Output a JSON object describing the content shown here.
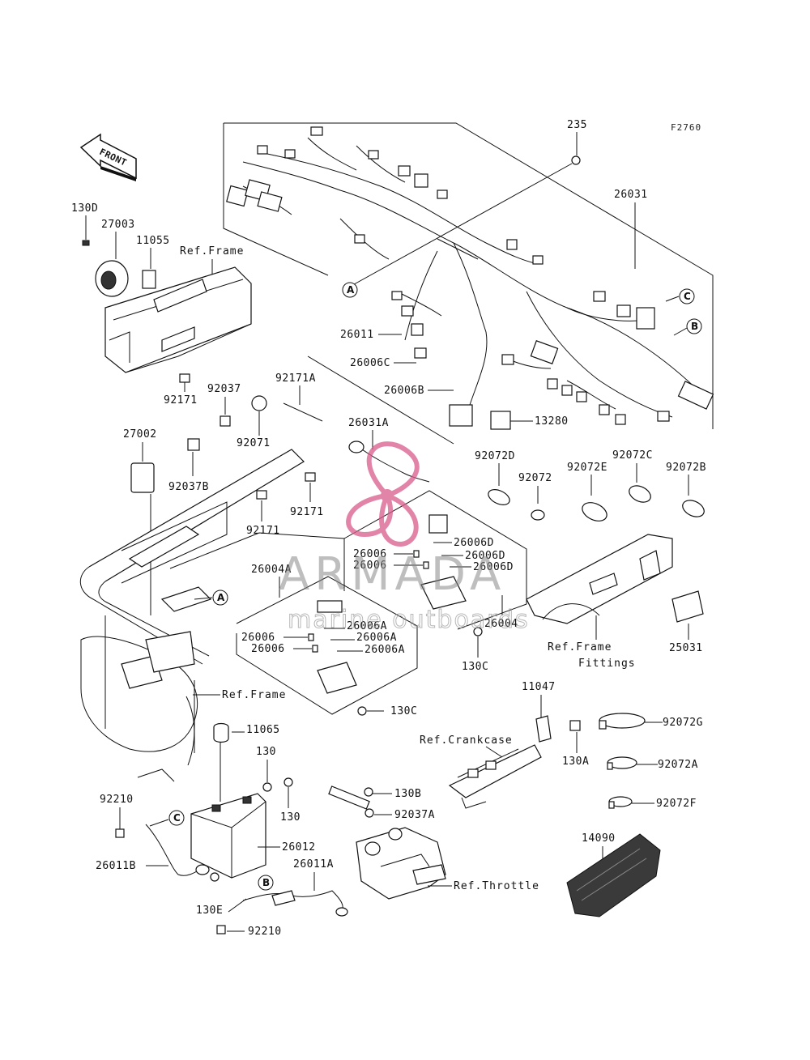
{
  "figure_code": "F2760",
  "front_arrow_label": "FRONT",
  "watermark": {
    "brand": "ARMADA",
    "tagline": "marine outboards",
    "logo_color": "#d95b8a"
  },
  "callouts": [
    "A",
    "B",
    "C"
  ],
  "parts": {
    "p235": "235",
    "p26031": "26031",
    "p130D": "130D",
    "p27003": "27003",
    "p11055": "11055",
    "p26011": "26011",
    "p26006C": "26006C",
    "p26006B": "26006B",
    "p13280": "13280",
    "p92037": "92037",
    "p92171A": "92171A",
    "p92171_a": "92171",
    "p92071": "92071",
    "p26031A": "26031A",
    "p27002": "27002",
    "p92037B": "92037B",
    "p92171_b": "92171",
    "p92171_c": "92171",
    "p92072D": "92072D",
    "p92072": "92072",
    "p92072E": "92072E",
    "p92072C": "92072C",
    "p92072B": "92072B",
    "p26004A": "26004A",
    "p26006_a": "26006",
    "p26006_b": "26006",
    "p26006D_a": "26006D",
    "p26006D_b": "26006D",
    "p26006D_c": "26006D",
    "p26006_c": "26006",
    "p26006_d": "26006",
    "p26006A_a": "26006A",
    "p26006A_b": "26006A",
    "p26006A_c": "26006A",
    "p26004": "26004",
    "p130C_a": "130C",
    "p130C_b": "130C",
    "p25031": "25031",
    "p11047": "11047",
    "p92072G": "92072G",
    "p130A": "130A",
    "p92072A": "92072A",
    "p92072F": "92072F",
    "p11065": "11065",
    "p130_a": "130",
    "p130_b": "130",
    "p92210_a": "92210",
    "p26012": "26012",
    "p26011B": "26011B",
    "p26011A": "26011A",
    "p130E": "130E",
    "p92210_b": "92210",
    "p130B": "130B",
    "p92037A": "92037A",
    "p14090": "14090"
  },
  "refs": {
    "frame_top": "Ref.Frame",
    "frame_mid": "Ref.Frame",
    "frame_fittings_1": "Ref.Frame",
    "frame_fittings_2": "Fittings",
    "crankcase": "Ref.Crankcase",
    "throttle": "Ref.Throttle"
  }
}
